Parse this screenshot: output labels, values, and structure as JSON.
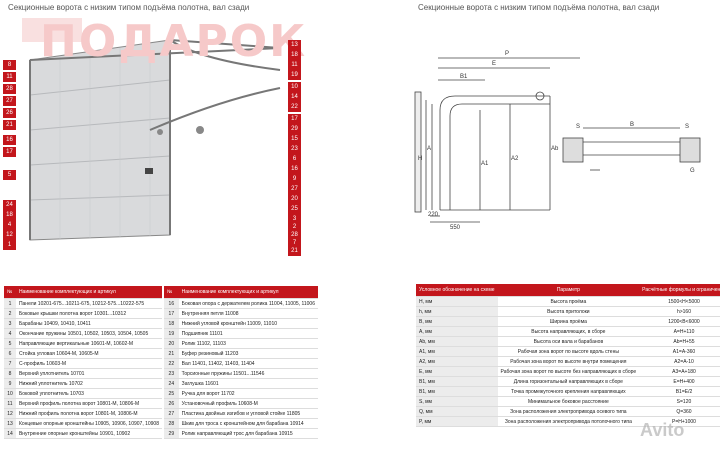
{
  "titles": {
    "left": "Секционные ворота с низким типом подъёма полотна, вал сзади",
    "right": "Секционные ворота с низким типом подъёма полотна, вал сзади"
  },
  "watermark": "ПОДАРОК",
  "left_badges": [
    "8",
    "11",
    "28",
    "27",
    "26",
    "21",
    "16",
    "17",
    "5",
    "24",
    "18",
    "4",
    "12",
    "1"
  ],
  "right_badges": [
    "13",
    "18",
    "11",
    "19",
    "10",
    "14",
    "22",
    "17",
    "29",
    "15",
    "23",
    "6",
    "16",
    "9",
    "27",
    "20",
    "25",
    "3",
    "2",
    "28",
    "7",
    "21"
  ],
  "schematic_labels": {
    "P": "P",
    "E": "E",
    "B1": "B1",
    "S": "S",
    "B": "B",
    "G": "G",
    "H": "H",
    "A": "A",
    "A1": "A1",
    "A2": "A2",
    "Ab": "Ab",
    "d220": "220",
    "d550": "550"
  },
  "parts_table": {
    "header": {
      "num": "№",
      "name": "Наименование комплектующих и артикул"
    },
    "rows_left": [
      {
        "n": "1",
        "t": "Панели 10201-675...10211-675, 10212-575...10222-575"
      },
      {
        "n": "2",
        "t": "Боковые крышки полотна ворот 10301...10312"
      },
      {
        "n": "3",
        "t": "Барабаны 10409, 10410, 10411"
      },
      {
        "n": "4",
        "t": "Окончание пружины 10501, 10502, 10503, 10504, 10505"
      },
      {
        "n": "5",
        "t": "Направляющие вертикальные 10601-М, 10602-М"
      },
      {
        "n": "6",
        "t": "Стойка угловая 10604-М, 10605-М"
      },
      {
        "n": "7",
        "t": "С-профиль 10603-М"
      },
      {
        "n": "8",
        "t": "Верхний уплотнитель 10701"
      },
      {
        "n": "9",
        "t": "Нижний уплотнитель 10702"
      },
      {
        "n": "10",
        "t": "Боковой уплотнитель 10703"
      },
      {
        "n": "11",
        "t": "Верхний профиль полотна ворот 10801-М, 10806-М"
      },
      {
        "n": "12",
        "t": "Нижний профиль полотна ворот 10801-М, 10806-М"
      },
      {
        "n": "13",
        "t": "Концевые опорные кронштейны 10905, 10906, 10907, 10908"
      },
      {
        "n": "14",
        "t": "Внутренние опорные кронштейны 10901, 10902"
      }
    ],
    "rows_right": [
      {
        "n": "16",
        "t": "Боковая опора с держателем ролика 11004, 11005, 11006"
      },
      {
        "n": "17",
        "t": "Внутренняя петля 11008"
      },
      {
        "n": "18",
        "t": "Нижний угловой кронштейн 11009, 11010"
      },
      {
        "n": "19",
        "t": "Подшипник 11101"
      },
      {
        "n": "20",
        "t": "Ролик 11102, 11103"
      },
      {
        "n": "21",
        "t": "Буфер резиновый 11203"
      },
      {
        "n": "22",
        "t": "Вал 11401, 11402, 11403, 11404"
      },
      {
        "n": "23",
        "t": "Торсионные пружины 11501...11546"
      },
      {
        "n": "24",
        "t": "Заглушка 11601"
      },
      {
        "n": "25",
        "t": "Ручка для ворот 11702"
      },
      {
        "n": "26",
        "t": "Установочный профиль 10608-М"
      },
      {
        "n": "27",
        "t": "Пластина двойных изгибов и угловой стойке 11805"
      },
      {
        "n": "28",
        "t": "Шкив для троса с кронштейном для барабана 10914"
      },
      {
        "n": "29",
        "t": "Ролик направляющий трос для барабана 10915"
      }
    ]
  },
  "param_table": {
    "headers": [
      "Условное обозначение на схеме",
      "Параметр",
      "Расчётные формулы и ограничения"
    ],
    "rows": [
      [
        "H, мм",
        "Высота проёма",
        "1500<H<5000"
      ],
      [
        "h, мм",
        "Высота притолоки",
        "h>160"
      ],
      [
        "B, мм",
        "Ширина проёма",
        "1200<B<6000"
      ],
      [
        "A, мм",
        "Высота направляющих, в сборе",
        "A=H+110"
      ],
      [
        "Ab, мм",
        "Высота оси вала и барабанов",
        "Ab=H+55"
      ],
      [
        "A1, мм",
        "Рабочая зона ворот по высоте вдоль стены",
        "A1=A-360"
      ],
      [
        "A2, мм",
        "Рабочая зона ворот по высоте внутри помещения",
        "A2=A-10"
      ],
      [
        "E, мм",
        "Рабочая зона ворот по высоте без направляющих в сборе",
        "A3=A+180"
      ],
      [
        "B1, мм",
        "Длина горизонтальный направляющих в сборе",
        "E=H+400"
      ],
      [
        "B1, мм",
        "Точка промежуточного крепления направляющих",
        "B1=E/2"
      ],
      [
        "S, мм",
        "Минимальное боковое расстояние",
        "S=120"
      ],
      [
        "Q, мм",
        "Зона расположения электропривода осевого типа",
        "Q=360"
      ],
      [
        "P, мм",
        "Зона расположения электропривода потолочного типа",
        "P=H+1000"
      ]
    ]
  },
  "avito": "Avito",
  "colors": {
    "accent": "#c3161c",
    "panel": "#d9dadc"
  }
}
